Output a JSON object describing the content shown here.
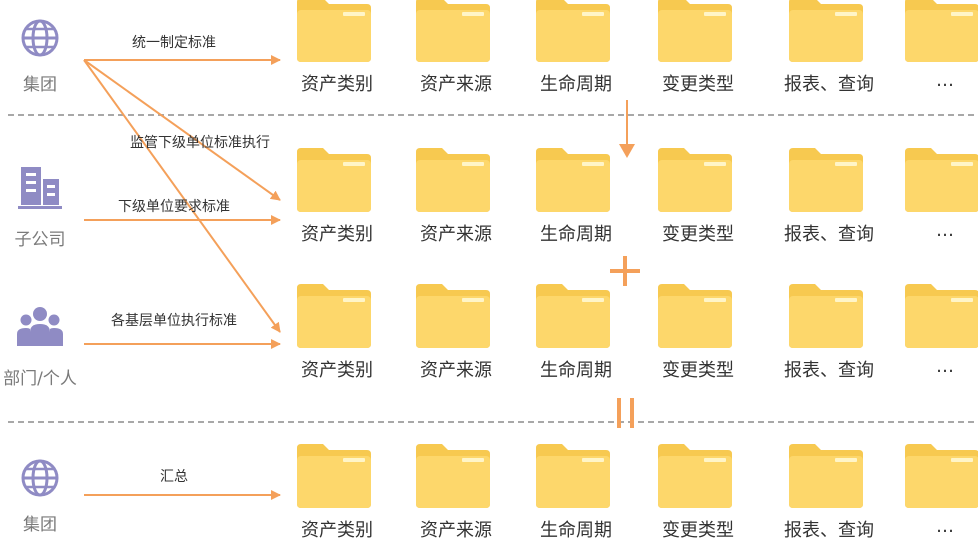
{
  "colors": {
    "arrow": "#f4a05a",
    "folder_body": "#fdd76b",
    "folder_tab": "#f7c950",
    "folder_stripe": "#fff5c8",
    "icon": "#8f8bc4",
    "divider": "#a8a8a8"
  },
  "entities": {
    "group_top": {
      "label": "集团",
      "icon": "globe-icon"
    },
    "subsidiary": {
      "label": "子公司",
      "icon": "building-icon"
    },
    "department": {
      "label": "部门/个人",
      "icon": "people-icon"
    },
    "group_bottom": {
      "label": "集团",
      "icon": "globe-icon"
    }
  },
  "arrows": {
    "unify": "统一制定标准",
    "supervise": "监管下级单位标准执行",
    "require": "下级单位要求标准",
    "execute": "各基层单位执行标准",
    "summary": "汇总"
  },
  "rows": [
    {
      "folders": [
        "资产类别",
        "资产来源",
        "生命周期",
        "变更类型",
        "报表、查询",
        "…"
      ]
    },
    {
      "folders": [
        "资产类别",
        "资产来源",
        "生命周期",
        "变更类型",
        "报表、查询",
        "…"
      ]
    },
    {
      "folders": [
        "资产类别",
        "资产来源",
        "生命周期",
        "变更类型",
        "报表、查询",
        "…"
      ]
    },
    {
      "folders": [
        "资产类别",
        "资产来源",
        "生命周期",
        "变更类型",
        "报表、查询",
        "…"
      ]
    }
  ],
  "symbols": {
    "plus": "plus-icon",
    "equals": "equals-icon",
    "down": "down-arrow-icon"
  }
}
